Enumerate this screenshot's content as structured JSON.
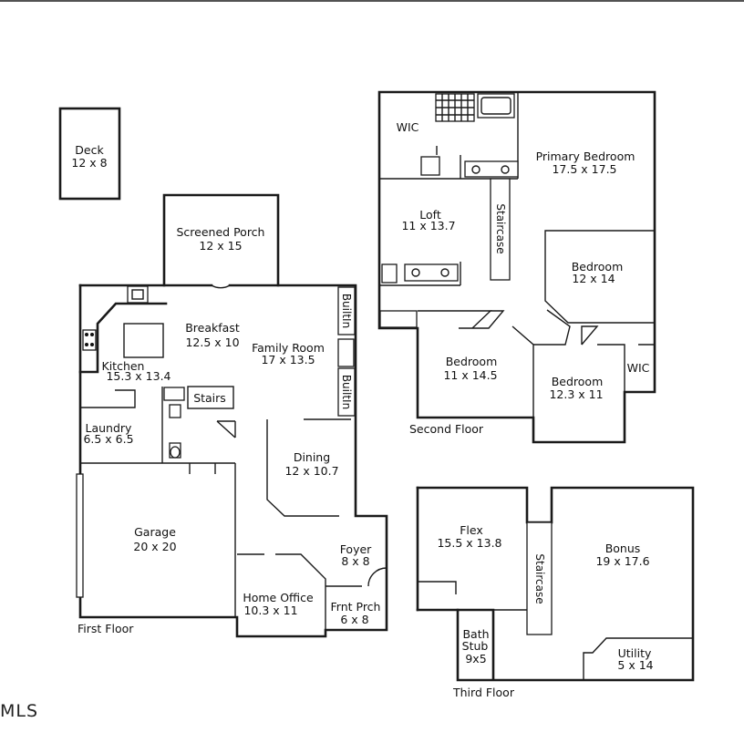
{
  "watermark": "MLS",
  "floors": [
    {
      "name": "First Floor",
      "rooms": [
        {
          "name": "Deck",
          "dims": "12 x 8"
        },
        {
          "name": "Screened Porch",
          "dims": "12 x 15"
        },
        {
          "name": "Breakfast",
          "dims": "12.5 x 10"
        },
        {
          "name": "Family Room",
          "dims": "17 x 13.5"
        },
        {
          "name": "Kitchen",
          "dims": "15.3 x 13.4"
        },
        {
          "name": "Stairs",
          "dims": ""
        },
        {
          "name": "Laundry",
          "dims": "6.5 x 6.5"
        },
        {
          "name": "Dining",
          "dims": "12 x 10.7"
        },
        {
          "name": "Garage",
          "dims": "20 x 20"
        },
        {
          "name": "Foyer",
          "dims": "8 x 8"
        },
        {
          "name": "Home Office",
          "dims": "10.3 x 11"
        },
        {
          "name": "Frnt Prch",
          "dims": "6 x 8"
        }
      ],
      "labels": [
        "BuiltIn",
        "BuiltIn"
      ]
    },
    {
      "name": "Second Floor",
      "rooms": [
        {
          "name": "WIC",
          "dims": ""
        },
        {
          "name": "Primary Bedroom",
          "dims": "17.5 x 17.5"
        },
        {
          "name": "Loft",
          "dims": "11 x 13.7"
        },
        {
          "name": "Bedroom",
          "dims": "12 x 14"
        },
        {
          "name": "Bedroom",
          "dims": "11 x 14.5"
        },
        {
          "name": "Bedroom",
          "dims": "12.3 x 11"
        },
        {
          "name": "WIC",
          "dims": ""
        }
      ],
      "labels": [
        "Staircase"
      ]
    },
    {
      "name": "Third Floor",
      "rooms": [
        {
          "name": "Flex",
          "dims": "15.5 x 13.8"
        },
        {
          "name": "Bonus",
          "dims": "19 x 17.6"
        },
        {
          "name": "Bath",
          "dims": "Stub",
          "dims2": "9x5"
        },
        {
          "name": "Utility",
          "dims": "5 x 14"
        }
      ],
      "labels": [
        "Staircase"
      ]
    }
  ]
}
